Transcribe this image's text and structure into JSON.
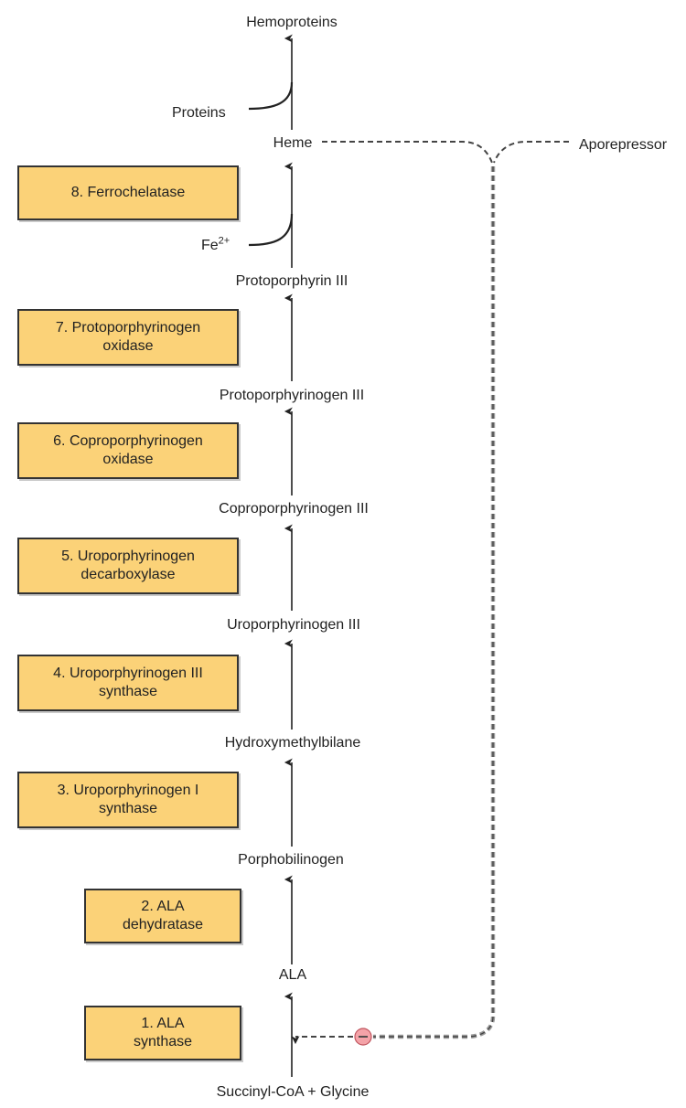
{
  "colors": {
    "enzyme_box": "#fbd278",
    "inhibition": "#f4a3a8",
    "line": "#222222"
  },
  "metabolites": {
    "hemoproteins": "Hemoproteins",
    "proteins": "Proteins",
    "heme": "Heme",
    "aporepressor": "Aporepressor",
    "fe": "Fe",
    "fe_charge": "2+",
    "protoporphyrin": "Protoporphyrin III",
    "protoporphyrinogen": "Protoporphyrinogen III",
    "coproporphyrinogen": "Coproporphyrinogen III",
    "uroporphyrinogen": "Uroporphyrinogen III",
    "hydroxymethylbilane": "Hydroxymethylbilane",
    "porphobilinogen": "Porphobilinogen",
    "ala": "ALA",
    "substrates": "Succinyl-CoA + Glycine"
  },
  "enzymes": [
    {
      "line1": "8. Ferrochelatase",
      "line2": ""
    },
    {
      "line1": "7. Protoporphyrinogen",
      "line2": "oxidase"
    },
    {
      "line1": "6. Coproporphyrinogen",
      "line2": "oxidase"
    },
    {
      "line1": "5. Uroporphyrinogen",
      "line2": "decarboxylase"
    },
    {
      "line1": "4. Uroporphyrinogen III",
      "line2": "synthase"
    },
    {
      "line1": "3. Uroporphyrinogen I",
      "line2": "synthase"
    },
    {
      "line1": "2. ALA",
      "line2": "dehydratase"
    },
    {
      "line1": "1. ALA",
      "line2": "synthase"
    }
  ]
}
